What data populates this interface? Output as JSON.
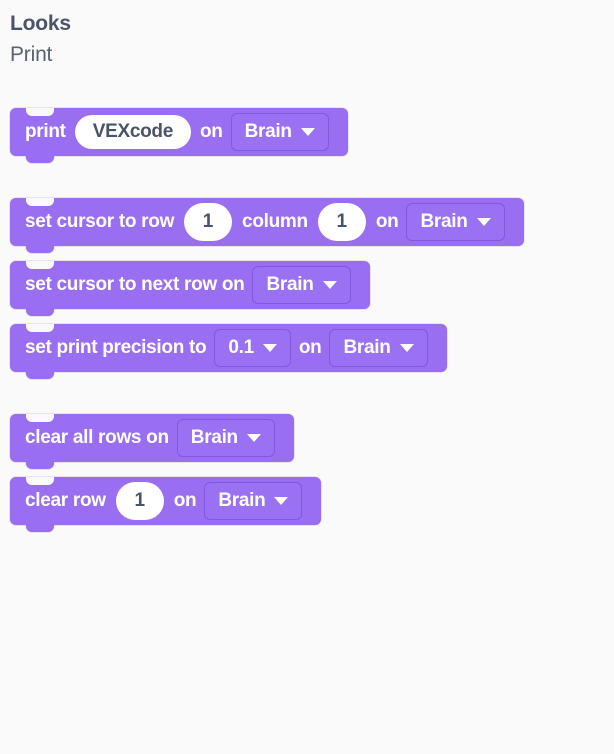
{
  "header": {
    "category": "Looks",
    "subcategory": "Print"
  },
  "icons": {
    "caret": "chevron-down-icon"
  },
  "colors": {
    "background": "#fafafa",
    "block_purple": "#9a6ef0",
    "dropdown_purple": "#9a71f2",
    "dropdown_border": "#8457e0",
    "text_white": "#ffffff",
    "text_dark": "#4a5469"
  },
  "blocks": [
    {
      "name": "print",
      "gap": "first",
      "parts": [
        {
          "kind": "label",
          "text": "print"
        },
        {
          "kind": "text-input",
          "text": "VEXcode"
        },
        {
          "kind": "label",
          "text": "on"
        },
        {
          "kind": "dropdown",
          "text": "Brain"
        }
      ]
    },
    {
      "name": "set-cursor-to-row-column",
      "gap": "gap-large",
      "parts": [
        {
          "kind": "label",
          "text": "set cursor to row"
        },
        {
          "kind": "num-input",
          "text": "1"
        },
        {
          "kind": "label",
          "text": "column"
        },
        {
          "kind": "num-input",
          "text": "1"
        },
        {
          "kind": "label",
          "text": "on"
        },
        {
          "kind": "dropdown",
          "text": "Brain"
        }
      ]
    },
    {
      "name": "set-cursor-to-next-row",
      "gap": "gap-small",
      "parts": [
        {
          "kind": "label",
          "text": "set cursor to next row on"
        },
        {
          "kind": "dropdown",
          "text": "Brain"
        }
      ]
    },
    {
      "name": "set-print-precision",
      "gap": "gap-small",
      "parts": [
        {
          "kind": "label",
          "text": "set print precision to"
        },
        {
          "kind": "dropdown",
          "text": "0.1"
        },
        {
          "kind": "label",
          "text": "on"
        },
        {
          "kind": "dropdown",
          "text": "Brain"
        }
      ]
    },
    {
      "name": "clear-all-rows",
      "gap": "gap-large",
      "parts": [
        {
          "kind": "label",
          "text": "clear all rows on"
        },
        {
          "kind": "dropdown",
          "text": "Brain"
        }
      ]
    },
    {
      "name": "clear-row",
      "gap": "gap-small",
      "parts": [
        {
          "kind": "label",
          "text": "clear row"
        },
        {
          "kind": "num-input",
          "text": "1"
        },
        {
          "kind": "label",
          "text": "on"
        },
        {
          "kind": "dropdown",
          "text": "Brain"
        }
      ]
    }
  ]
}
